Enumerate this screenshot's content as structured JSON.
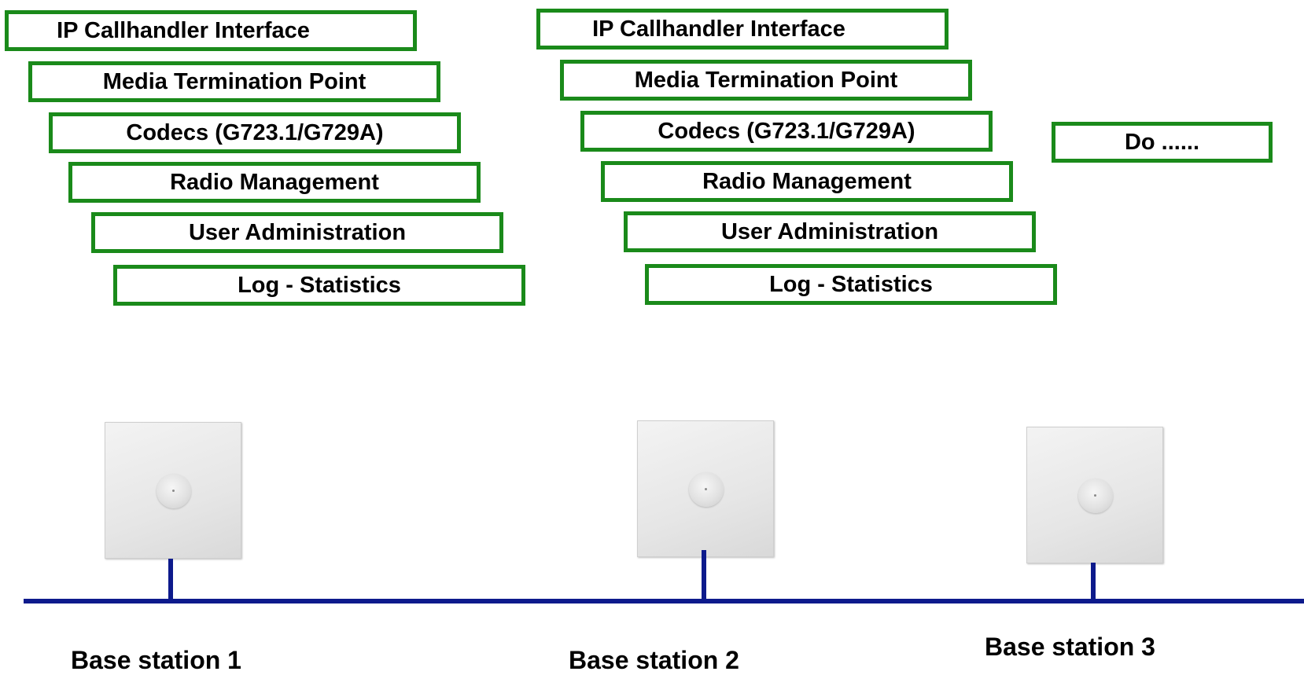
{
  "colors": {
    "box_border": "#1a8a1a",
    "bus": "#0d1a8c"
  },
  "stack1": {
    "items": [
      "IP Callhandler Interface",
      "Media Termination Point",
      "Codecs (G723.1/G729A)",
      "Radio Management",
      "User Administration",
      "Log - Statistics"
    ]
  },
  "stack2": {
    "items": [
      "IP Callhandler Interface",
      "Media Termination Point",
      "Codecs (G723.1/G729A)",
      "Radio Management",
      "User Administration",
      "Log - Statistics"
    ]
  },
  "stack3": {
    "items": [
      "Do ......"
    ]
  },
  "stations": [
    {
      "label": "Base station 1",
      "icon": "base-station-icon"
    },
    {
      "label": "Base station 2",
      "icon": "base-station-icon"
    },
    {
      "label": "Base station 3",
      "icon": "base-station-icon"
    }
  ]
}
